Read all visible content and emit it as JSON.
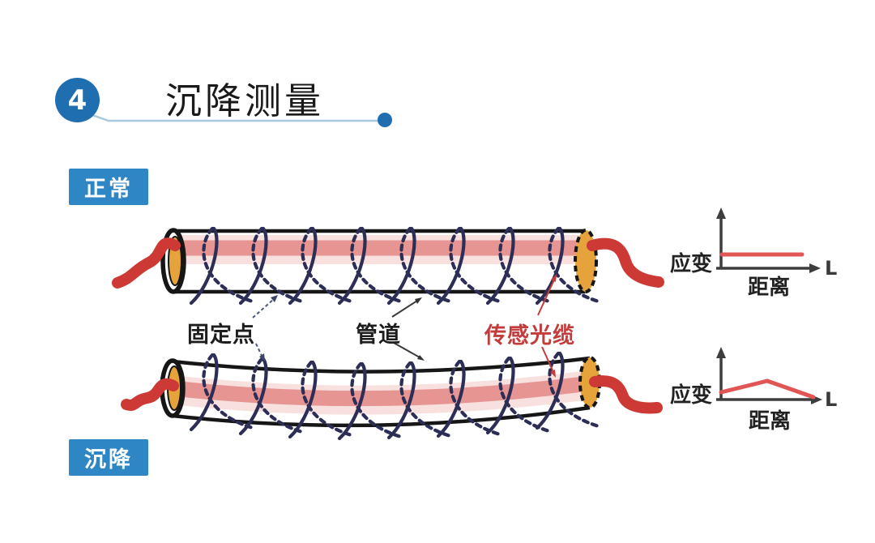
{
  "header": {
    "step_number": "4",
    "title": "沉降测量"
  },
  "badges": {
    "normal": "正常",
    "settlement": "沉降"
  },
  "labels": {
    "fixed_point": "固定点",
    "pipeline": "管道",
    "sensing_cable": "传感光缆"
  },
  "chart_data": [
    {
      "type": "line",
      "scenario": "正常",
      "ylabel": "应变",
      "xlabel": "距离",
      "x_end_label": "L",
      "legend": "none",
      "grid": false,
      "series": [
        {
          "name": "应变",
          "x": [
            0,
            1
          ],
          "y": [
            0.15,
            0.15
          ]
        }
      ],
      "shape": "flat-constant-strain"
    },
    {
      "type": "line",
      "scenario": "沉降",
      "ylabel": "应变",
      "xlabel": "距离",
      "x_end_label": "L",
      "legend": "none",
      "grid": false,
      "series": [
        {
          "name": "应变",
          "x": [
            0,
            0.5,
            1
          ],
          "y": [
            0.1,
            0.45,
            0.05
          ]
        }
      ],
      "shape": "single-peak-at-settlement"
    }
  ],
  "colors": {
    "accent_blue": "#1f6eb0",
    "badge_blue": "#2e86c4",
    "header_line": "#a9c8dd",
    "pipe_outline": "#161616",
    "coil_navy": "#2d2e56",
    "cable_red": "#cd3a36",
    "band_pink": "#e2827f",
    "end_cap_orange": "#e6a33b",
    "axis_gray": "#3d3d3d",
    "chart_line_red": "#e25555",
    "sensing_label_red": "#c43b3b",
    "text_black": "#1d1d1d"
  }
}
